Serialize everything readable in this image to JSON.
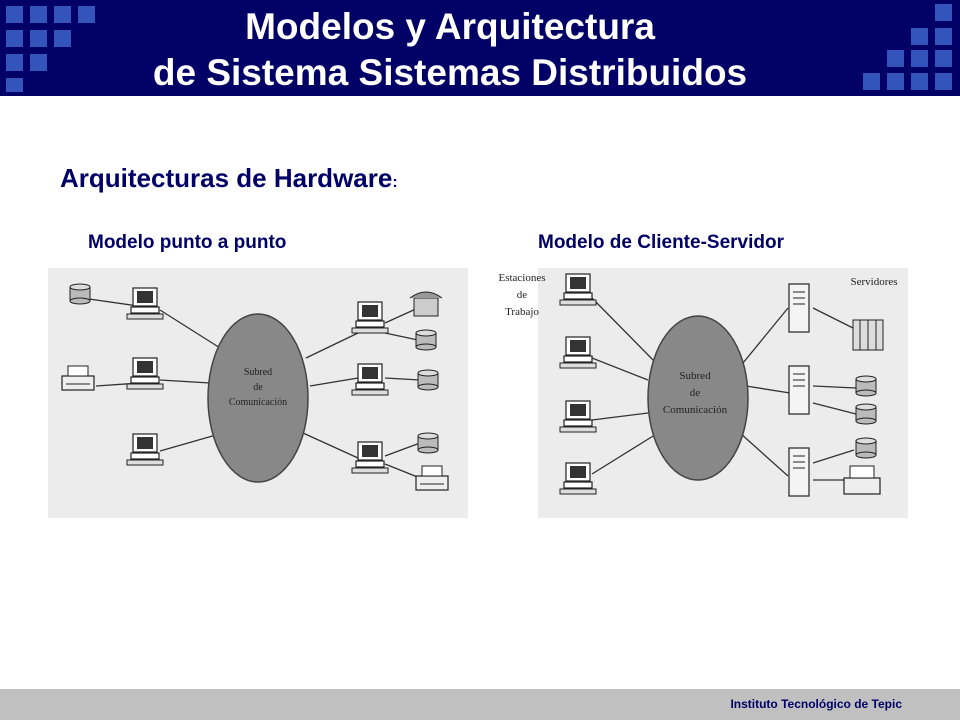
{
  "header": {
    "title_line1": "Modelos y Arquitectura",
    "title_line2": "de Sistema Sistemas Distribuidos"
  },
  "content": {
    "subtitle": "Arquitecturas de Hardware",
    "subtitle_suffix": ":",
    "left_caption": "Modelo punto a punto",
    "right_caption": "Modelo de Cliente-Servidor"
  },
  "diagrams": {
    "left": {
      "hub_lines": [
        "Subred",
        "de",
        "Comunicación"
      ]
    },
    "right": {
      "hub_lines": [
        "Subred",
        "de",
        "Comunicación"
      ],
      "workstations_label": [
        "Estaciones",
        "de",
        "Trabajo"
      ],
      "servers_label": "Servidores"
    }
  },
  "footer": {
    "text": "Instituto Tecnológico de Tepic"
  },
  "colors": {
    "navy": "#000066",
    "accent_blue": "#3355bb",
    "footer_gray": "#c0c0c0"
  }
}
